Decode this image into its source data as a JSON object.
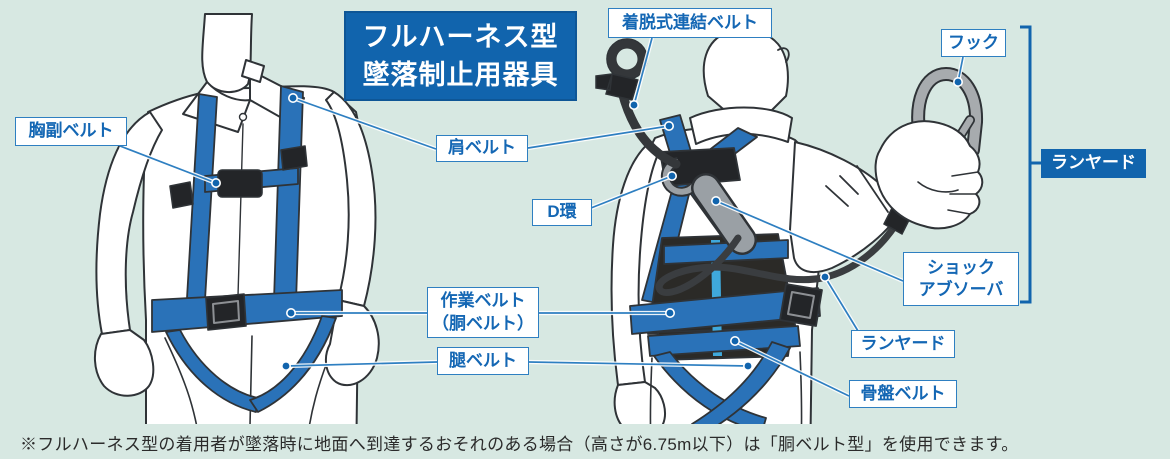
{
  "title": {
    "line1": "フルハーネス型",
    "line2": "墜落制止用器具"
  },
  "labels": {
    "detachable_belt": "着脱式連結ベルト",
    "hook": "フック",
    "chest_aux_belt": "胸副ベルト",
    "shoulder_belt": "肩ベルト",
    "d_ring": "D環",
    "work_belt_line1": "作業ベルト",
    "work_belt_line2": "（胴ベルト）",
    "thigh_belt": "腿ベルト",
    "shock_absorber_line1": "ショック",
    "shock_absorber_line2": "アブソーバ",
    "lanyard": "ランヤード",
    "lanyard_group": "ランヤード",
    "pelvic_belt": "骨盤ベルト"
  },
  "footnote": "※フルハーネス型の着用者が墜落時に地面へ到達するおそれのある場合（高さが6.75m以下）は「胴ベルト型」を使用できます。",
  "colors": {
    "background": "#d7e8e2",
    "accent_blue": "#1164ad",
    "callout_border": "#2e7fc1",
    "callout_text": "#1467b4",
    "harness_blue": "#2a72b8",
    "strap_highlight": "#3fa9dc",
    "outline": "#2f3337",
    "rope_black": "#3a3d40",
    "hardware_black": "#232528",
    "metal_gray": "#a7abae",
    "note_text": "#2b2b2b"
  }
}
